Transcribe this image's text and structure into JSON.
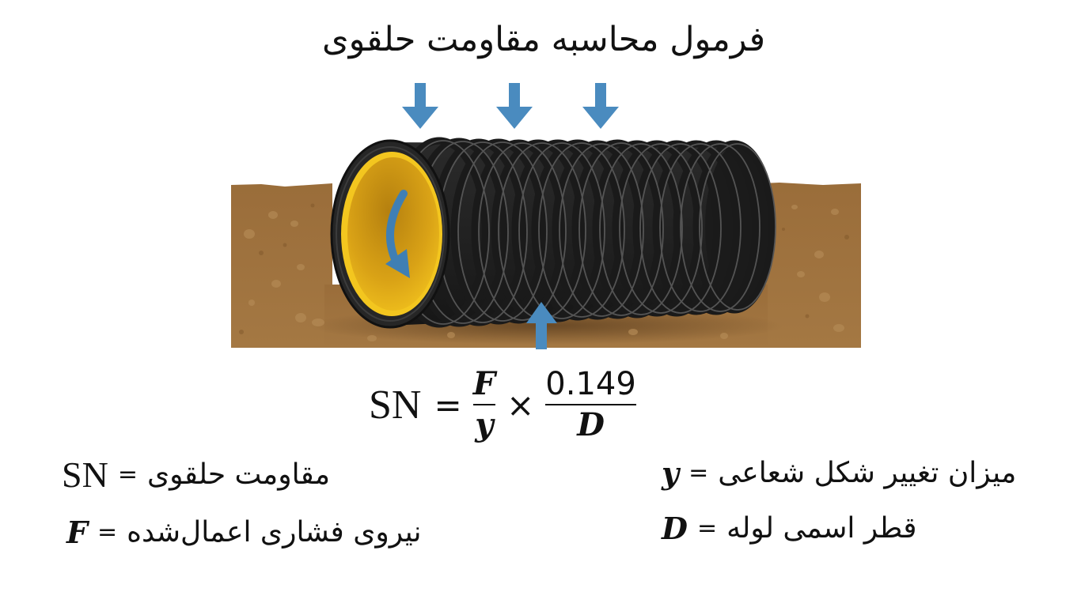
{
  "title": "فرمول محاسبه مقاومت حلقوی",
  "illustration": {
    "description": "corrugated-pipe-under-load",
    "colors": {
      "arrow": "#4a8bbf",
      "soil": "#9b6f3c",
      "soil_dark": "#7d552a",
      "pipe_black": "#1e1e1e",
      "pipe_ring_highlight": "#5a5a5a",
      "pipe_inner_yellow": "#f2c318",
      "pipe_inner_shadow": "#b07a10"
    },
    "load_arrows_down": 3,
    "reaction_arrows_up": 1,
    "rotation_arrow": "curved-arrow-inside-pipe"
  },
  "formula": {
    "lhs": "SN",
    "equals": "=",
    "frac1": {
      "numerator": "F",
      "denominator": "y"
    },
    "times": "×",
    "frac2": {
      "numerator": "0.149",
      "denominator": "D"
    }
  },
  "legend": [
    {
      "symbol": "SN",
      "equals": "=",
      "description": "مقاومت حلقوی"
    },
    {
      "symbol": "F",
      "equals": "=",
      "description": "نیروی فشاری اعمال‌شده"
    },
    {
      "symbol": "y",
      "equals": "=",
      "description": "میزان تغییر شکل شعاعی"
    },
    {
      "symbol": "D",
      "equals": "=",
      "description": "قطر اسمی لوله"
    }
  ]
}
